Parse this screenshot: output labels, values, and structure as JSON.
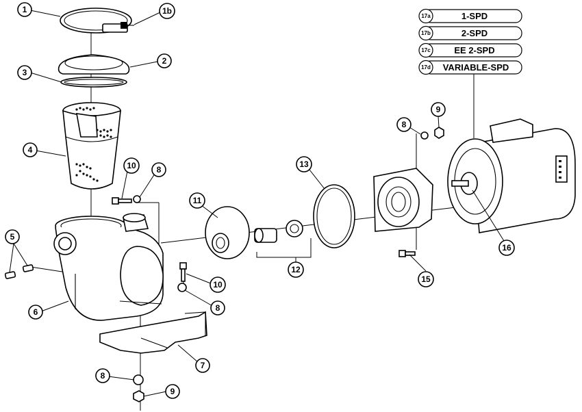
{
  "callouts": [
    {
      "id": "c1",
      "label": "1"
    },
    {
      "id": "c1b",
      "label": "1b"
    },
    {
      "id": "c2",
      "label": "2"
    },
    {
      "id": "c3",
      "label": "3"
    },
    {
      "id": "c4",
      "label": "4"
    },
    {
      "id": "c5",
      "label": "5"
    },
    {
      "id": "c6",
      "label": "6"
    },
    {
      "id": "c7",
      "label": "7"
    },
    {
      "id": "c8a",
      "label": "8"
    },
    {
      "id": "c8b",
      "label": "8"
    },
    {
      "id": "c8c",
      "label": "8"
    },
    {
      "id": "c8d",
      "label": "8"
    },
    {
      "id": "c9a",
      "label": "9"
    },
    {
      "id": "c9b",
      "label": "9"
    },
    {
      "id": "c10a",
      "label": "10"
    },
    {
      "id": "c10b",
      "label": "10"
    },
    {
      "id": "c11",
      "label": "11"
    },
    {
      "id": "c12",
      "label": "12"
    },
    {
      "id": "c13",
      "label": "13"
    },
    {
      "id": "c15",
      "label": "15"
    },
    {
      "id": "c16",
      "label": "16"
    }
  ],
  "motor_variants": [
    {
      "tag": "17a",
      "label": "1-SPD"
    },
    {
      "tag": "17b",
      "label": "2-SPD"
    },
    {
      "tag": "17c",
      "label": "EE 2-SPD"
    },
    {
      "tag": "17d",
      "label": "VARIABLE-SPD"
    }
  ]
}
